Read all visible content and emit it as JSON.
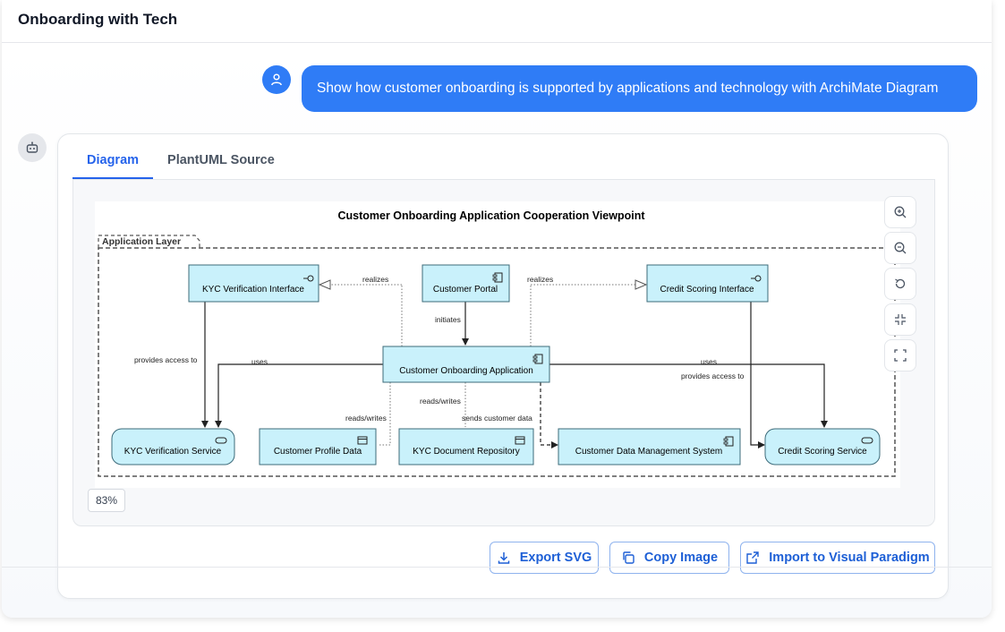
{
  "header": {
    "title": "Onboarding with Tech"
  },
  "user_message": {
    "text": "Show how customer onboarding is supported by applications and technology with ArchiMate Diagram"
  },
  "tabs": [
    {
      "label": "Diagram",
      "active": true
    },
    {
      "label": "PlantUML Source",
      "active": false
    }
  ],
  "diagram": {
    "title": "Customer Onboarding Application Cooperation Viewpoint",
    "layer_label": "Application Layer",
    "elements": {
      "kyc_interface": "KYC Verification Interface",
      "customer_portal": "Customer Portal",
      "credit_interface": "Credit Scoring Interface",
      "onboarding_app": "Customer Onboarding Application",
      "kyc_service": "KYC Verification Service",
      "profile_data": "Customer Profile Data",
      "kyc_repo": "KYC Document Repository",
      "cdm_system": "Customer Data Management System",
      "credit_service": "Credit Scoring Service"
    },
    "relations": {
      "realizes_left": "realizes",
      "realizes_right": "realizes",
      "initiates": "initiates",
      "provides_left": "provides access to",
      "uses_left": "uses",
      "uses_right": "uses",
      "provides_right": "provides access to",
      "reads_writes_1": "reads/writes",
      "reads_writes_2": "reads/writes",
      "sends_data": "sends customer data"
    },
    "colors": {
      "element_fill": "#c9f1fb",
      "element_stroke": "#3d6b7a"
    }
  },
  "zoom": {
    "level": "83%"
  },
  "zoom_controls": [
    "zoom-in-icon",
    "zoom-out-icon",
    "reset-icon",
    "fit-icon",
    "fullscreen-icon"
  ],
  "actions": {
    "export": "Export SVG",
    "copy": "Copy Image",
    "import": "Import to Visual Paradigm"
  },
  "colors": {
    "accent": "#2f7cf6",
    "tab_active": "#2563eb"
  }
}
